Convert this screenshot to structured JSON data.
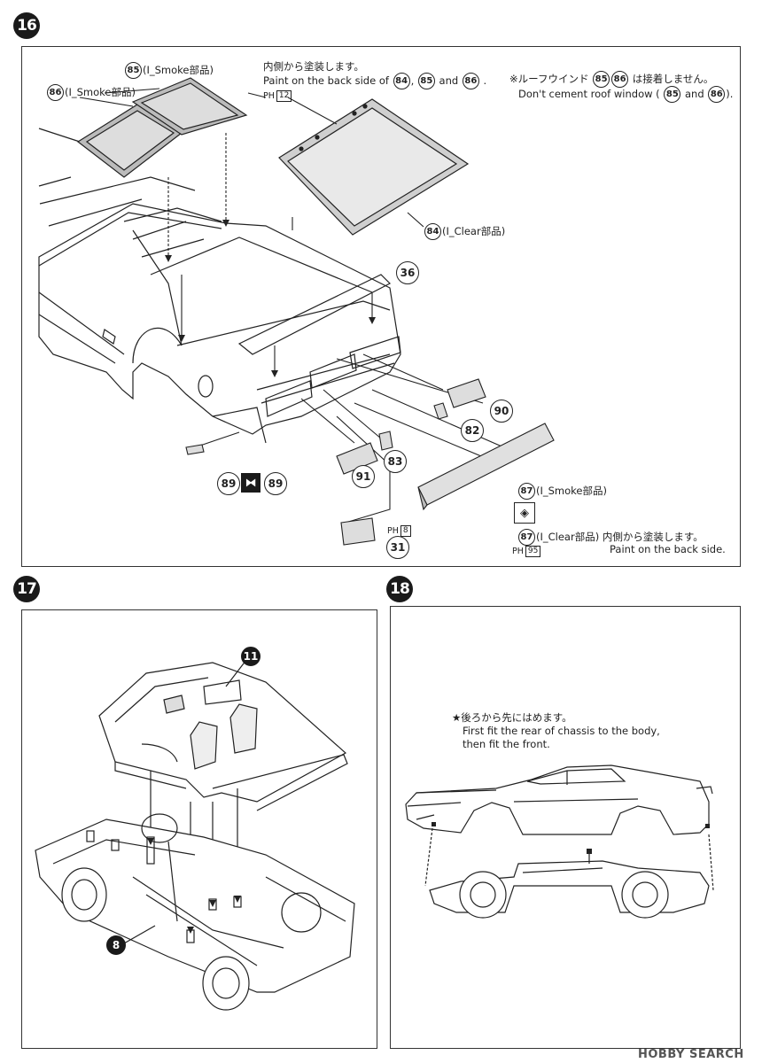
{
  "step16": {
    "number": "16",
    "label_85_top": "(I_Smoke部品)",
    "label_86_top": "(I_Smoke部品)",
    "paint_note_jp": "内側から塗装します。",
    "paint_note_en_prefix": "Paint on the back side of",
    "paint_note_en_and": "and",
    "paint_note_en_end": ".",
    "ph_code_1": "12",
    "roof_note_jp_prefix": "※ルーフウインド",
    "roof_note_jp_suffix": "は接着しません。",
    "roof_note_en_prefix": "Don't cement roof window (",
    "roof_note_en_and": "and",
    "roof_note_en_end": ").",
    "label_84": "(I_Clear部品)",
    "label_87_smoke": "(I_Smoke部品)",
    "label_87_clear": "(I_Clear部品)",
    "paint_back_jp": "内側から塗装します。",
    "paint_back_en": "Paint on the back side.",
    "ph_code_2": "8",
    "ph_code_3": "95",
    "ph_prefix": "PH",
    "parts": {
      "p84": "84",
      "p85": "85",
      "p86": "86",
      "p36": "36",
      "p90": "90",
      "p82": "82",
      "p83": "83",
      "p91": "91",
      "p89": "89",
      "p87": "87",
      "p31": "31"
    }
  },
  "step17": {
    "number": "17",
    "part_11": "11",
    "part_8": "8"
  },
  "step18": {
    "number": "18",
    "note_jp": "★後ろから先にはめます。",
    "note_en_1": "First fit the rear of chassis to the body,",
    "note_en_2": "then fit the front."
  },
  "watermark": "HOBBY SEARCH"
}
